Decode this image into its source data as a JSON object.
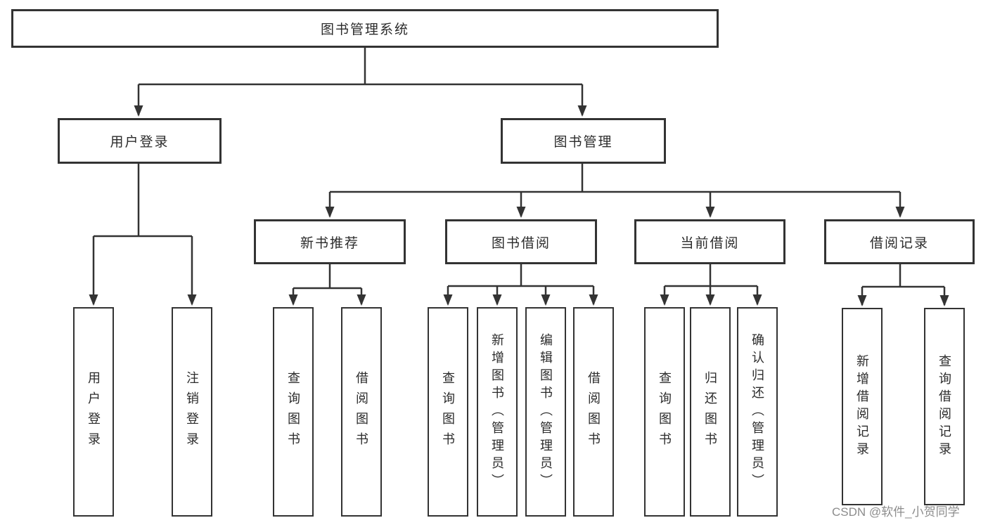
{
  "diagram": {
    "type": "hierarchy-tree",
    "title": "图书管理系统",
    "watermark": "CSDN @软件_小贺同学",
    "colors": {
      "background": "#ffffff",
      "line": "#333333",
      "box_border": "#333333",
      "text": "#2b2b2b",
      "watermark": "#787878"
    },
    "nodes": {
      "root": {
        "label": "图书管理系统"
      },
      "level2": [
        {
          "label": "用户登录",
          "parent": "图书管理系统"
        },
        {
          "label": "图书管理",
          "parent": "图书管理系统"
        }
      ],
      "level3": [
        {
          "label": "新书推荐",
          "parent": "图书管理"
        },
        {
          "label": "图书借阅",
          "parent": "图书管理"
        },
        {
          "label": "当前借阅",
          "parent": "图书管理"
        },
        {
          "label": "借阅记录",
          "parent": "图书管理"
        }
      ],
      "level4": [
        {
          "label": "用户登录",
          "parent": "用户登录"
        },
        {
          "label": "注销登录",
          "parent": "用户登录"
        },
        {
          "label": "查询图书",
          "parent": "新书推荐"
        },
        {
          "label": "借阅图书",
          "parent": "新书推荐"
        },
        {
          "label": "查询图书",
          "parent": "图书借阅"
        },
        {
          "label": "新增图书（管理员）",
          "parent": "图书借阅"
        },
        {
          "label": "编辑图书（管理员）",
          "parent": "图书借阅"
        },
        {
          "label": "借阅图书",
          "parent": "图书借阅"
        },
        {
          "label": "查询图书",
          "parent": "当前借阅"
        },
        {
          "label": "归还图书",
          "parent": "当前借阅"
        },
        {
          "label": "确认归还（管理员）",
          "parent": "当前借阅"
        },
        {
          "label": "新增借阅记录",
          "parent": "借阅记录"
        },
        {
          "label": "查询借阅记录",
          "parent": "借阅记录"
        }
      ]
    }
  }
}
